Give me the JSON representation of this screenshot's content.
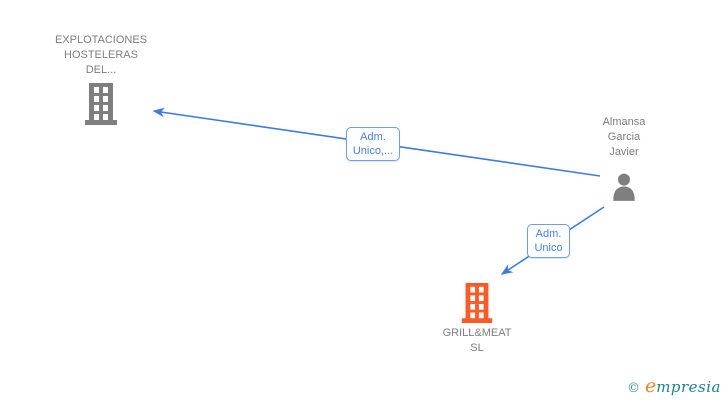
{
  "diagram": {
    "nodes": {
      "company1": {
        "type": "company",
        "icon": "building-icon",
        "color": "#7f7f7f",
        "lines": [
          "EXPLOTACIONES",
          "HOSTELERAS",
          "DEL..."
        ]
      },
      "person1": {
        "type": "person",
        "icon": "person-icon",
        "color": "#7f7f7f",
        "lines": [
          "Almansa",
          "Garcia",
          "Javier"
        ]
      },
      "company2": {
        "type": "company",
        "icon": "building-icon",
        "color": "#fb5a29",
        "lines": [
          "GRILL&MEAT",
          "SL"
        ]
      }
    },
    "edges": {
      "edge1": {
        "from": "person1",
        "to": "company1",
        "label_lines": [
          "Adm.",
          "Unico,..."
        ]
      },
      "edge2": {
        "from": "person1",
        "to": "company2",
        "label_lines": [
          "Adm.",
          "Unico"
        ]
      }
    },
    "colors": {
      "background": "#ffffff",
      "edge_blue": "#3d7be0",
      "label_border": "#709ee8",
      "label_text": "#4b80e0",
      "label_bg": "#fdfeff",
      "gray_icon": "#7f7f7f",
      "gray_text": "#7e7e7e",
      "orange_icon": "#fb5a29",
      "logo_teal": "#1e828f",
      "logo_orange": "#f0831f"
    }
  },
  "footer": {
    "copyright_symbol": "©",
    "brand_initial": "e",
    "brand_rest": "mpresia"
  }
}
